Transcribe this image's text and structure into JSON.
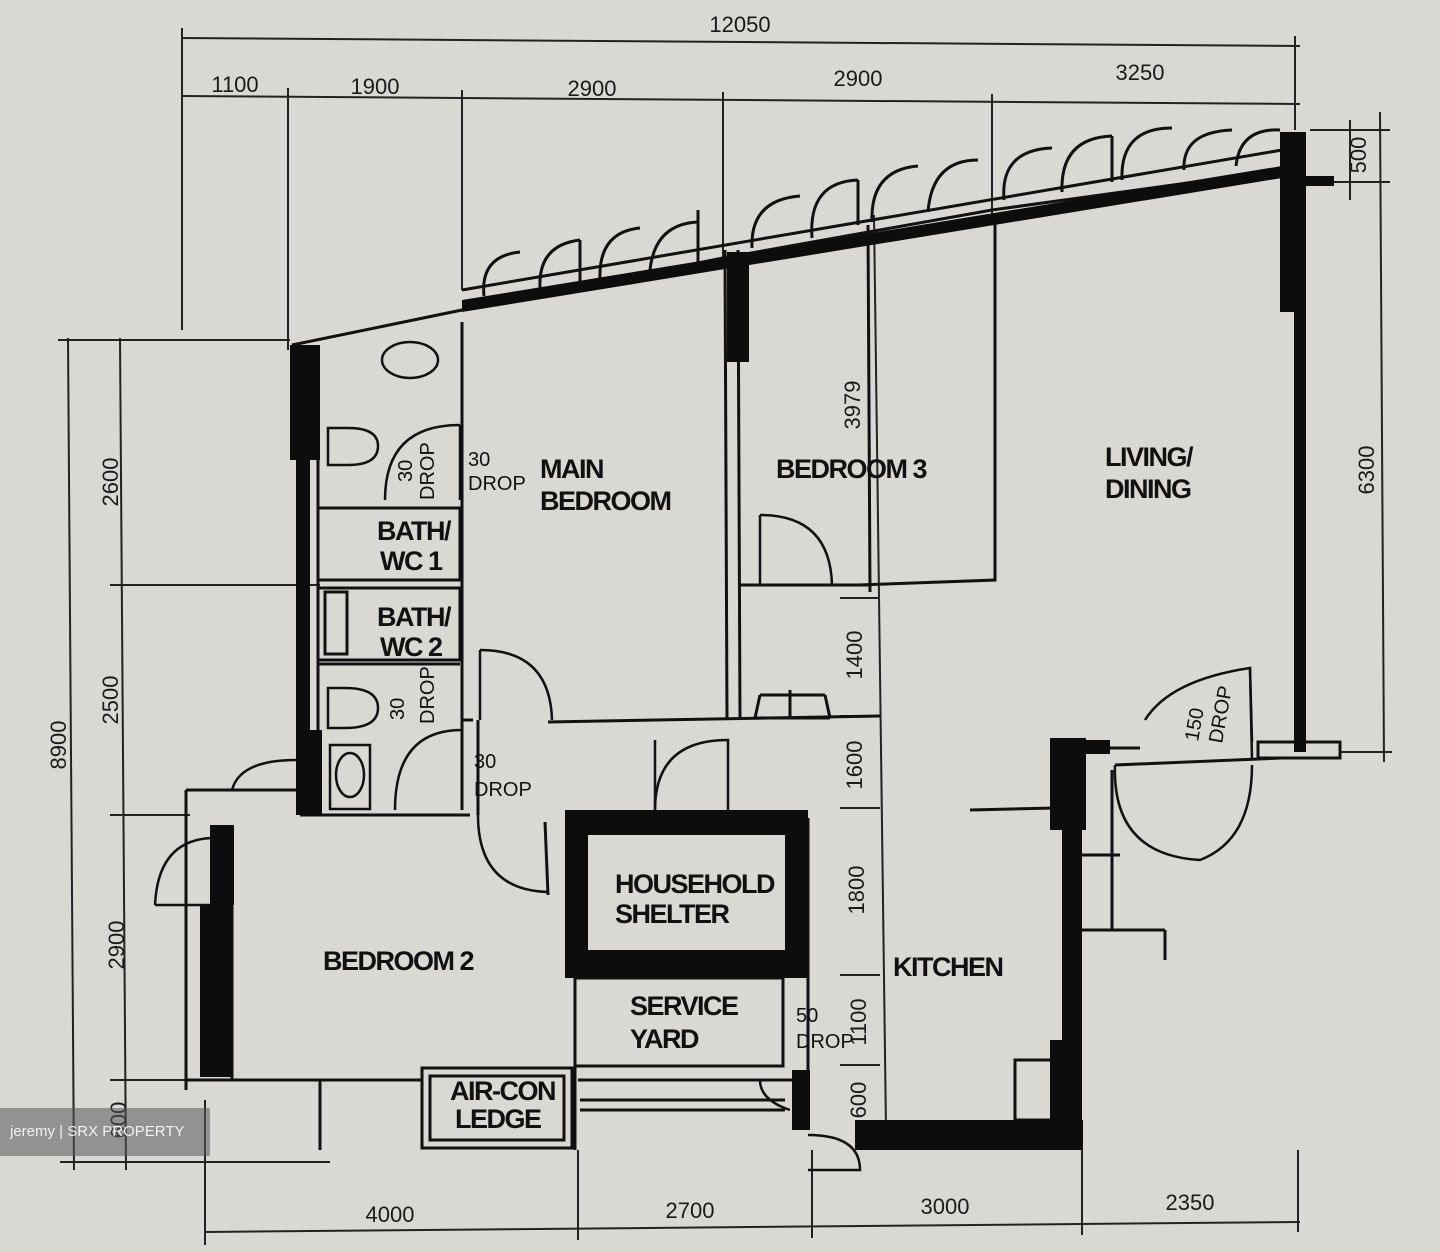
{
  "dimensions": {
    "overall_width": "12050",
    "top": [
      "1100",
      "1900",
      "2900",
      "2900",
      "3250"
    ],
    "bottom": [
      "4000",
      "2700",
      "3000",
      "2350"
    ],
    "left_overall": "8900",
    "left": [
      "2600",
      "2500",
      "2900",
      "600"
    ],
    "right_top": "500",
    "right": "6300",
    "interior_bed3": "3979",
    "interior_col": [
      "1400",
      "1600",
      "1800",
      "1100",
      "600"
    ]
  },
  "rooms": {
    "main_bedroom": [
      "MAIN",
      "BEDROOM"
    ],
    "bedroom3": "BEDROOM 3",
    "living_dining": [
      "LIVING/",
      "DINING"
    ],
    "bath1": [
      "BATH/",
      "WC 1"
    ],
    "bath2": [
      "BATH/",
      "WC 2"
    ],
    "household_shelter": [
      "HOUSEHOLD",
      "SHELTER"
    ],
    "bedroom2": "BEDROOM 2",
    "kitchen": "KITCHEN",
    "service_yard": [
      "SERVICE",
      "YARD"
    ],
    "aircon_ledge": [
      "AIR-CON",
      "LEDGE"
    ]
  },
  "drops": {
    "d1": [
      "30",
      "DROP"
    ],
    "d2": [
      "30",
      "DROP"
    ],
    "d3": [
      "30",
      "DROP"
    ],
    "d4": [
      "30",
      "DROP"
    ],
    "d5": [
      "50",
      "DROP"
    ],
    "d6": [
      "150",
      "DROP"
    ]
  },
  "watermark": "jeremy | SRX PROPERTY"
}
